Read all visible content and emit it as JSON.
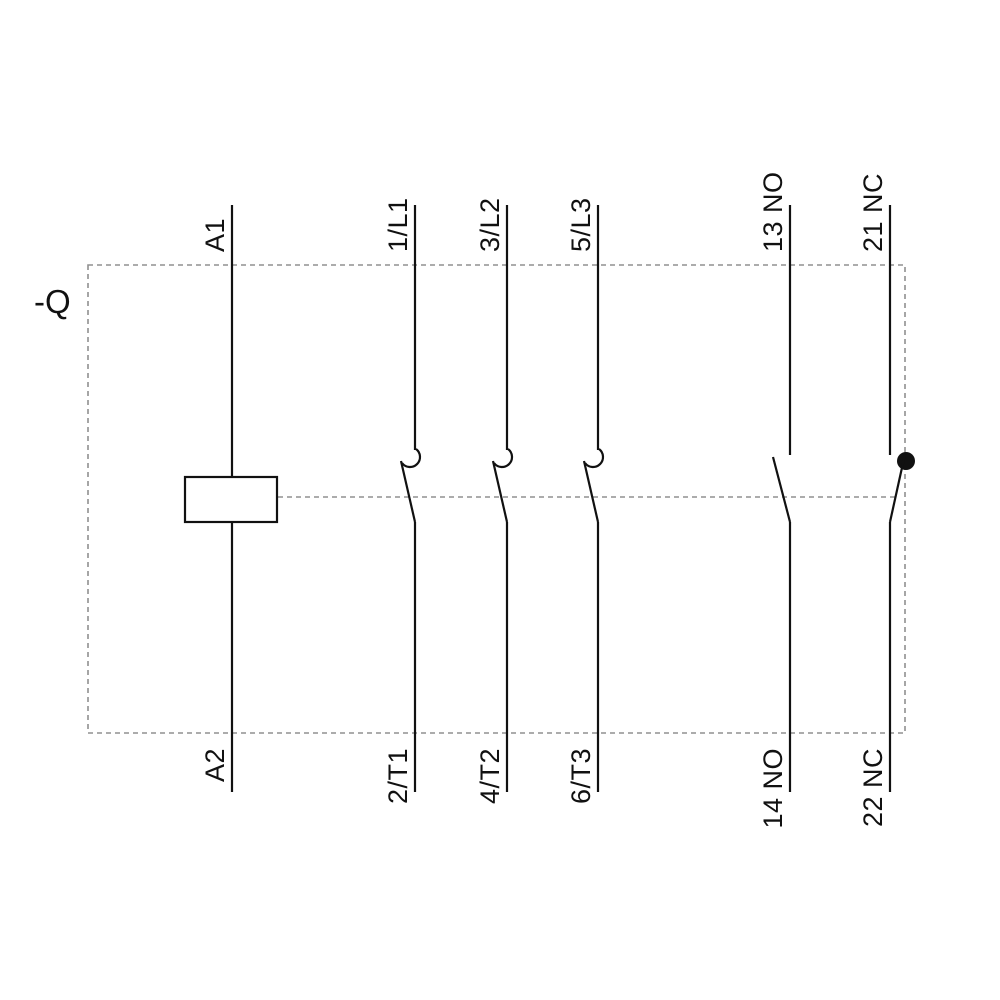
{
  "device": {
    "label": "-Q"
  },
  "coil": {
    "top": "A1",
    "bottom": "A2"
  },
  "poles": [
    {
      "top": "1/L1",
      "bottom": "2/T1"
    },
    {
      "top": "3/L2",
      "bottom": "4/T2"
    },
    {
      "top": "5/L3",
      "bottom": "6/T3"
    }
  ],
  "aux": [
    {
      "top": "13 NO",
      "bottom": "14 NO",
      "type": "NO"
    },
    {
      "top": "21 NC",
      "bottom": "22 NC",
      "type": "NC"
    }
  ],
  "colors": {
    "ink": "#111111",
    "dashed_gray": "#909090"
  }
}
